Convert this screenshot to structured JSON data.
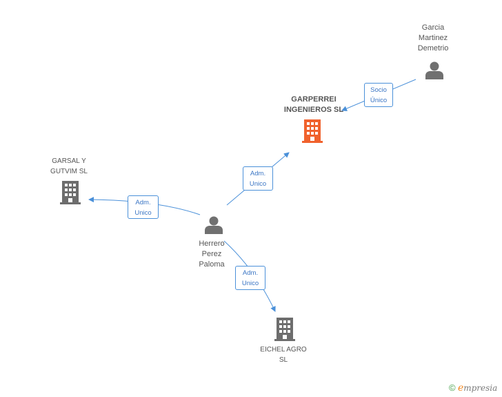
{
  "colors": {
    "edge": "#4a90d9",
    "person_icon": "#707070",
    "company_icon": "#6d6d6d",
    "focus_company_icon": "#f0622d"
  },
  "nodes": {
    "garcia": {
      "label": "Garcia\nMartinez\nDemetrio",
      "type": "person",
      "icon": "person-icon"
    },
    "garperrei": {
      "label": "GARPERREI\nINGENIEROS SL",
      "type": "company-focus",
      "icon": "building-icon"
    },
    "garsal": {
      "label": "GARSAL Y\nGUTVIM SL",
      "type": "company",
      "icon": "building-icon"
    },
    "herrero": {
      "label": "Herrero\nPerez\nPaloma",
      "type": "person",
      "icon": "person-icon"
    },
    "eichel": {
      "label": "EICHEL AGRO\nSL",
      "type": "company",
      "icon": "building-icon"
    }
  },
  "edges": {
    "socio": {
      "label": "Socio\nÚnico",
      "from": "garcia",
      "to": "garperrei"
    },
    "adm_garperrei": {
      "label": "Adm.\nUnico",
      "from": "herrero",
      "to": "garperrei"
    },
    "adm_garsal": {
      "label": "Adm.\nUnico",
      "from": "herrero",
      "to": "garsal"
    },
    "adm_eichel": {
      "label": "Adm.\nUnico",
      "from": "herrero",
      "to": "eichel"
    }
  },
  "footer": {
    "copyright": "©",
    "brand_initial": "e",
    "brand_rest": "mpresia"
  }
}
